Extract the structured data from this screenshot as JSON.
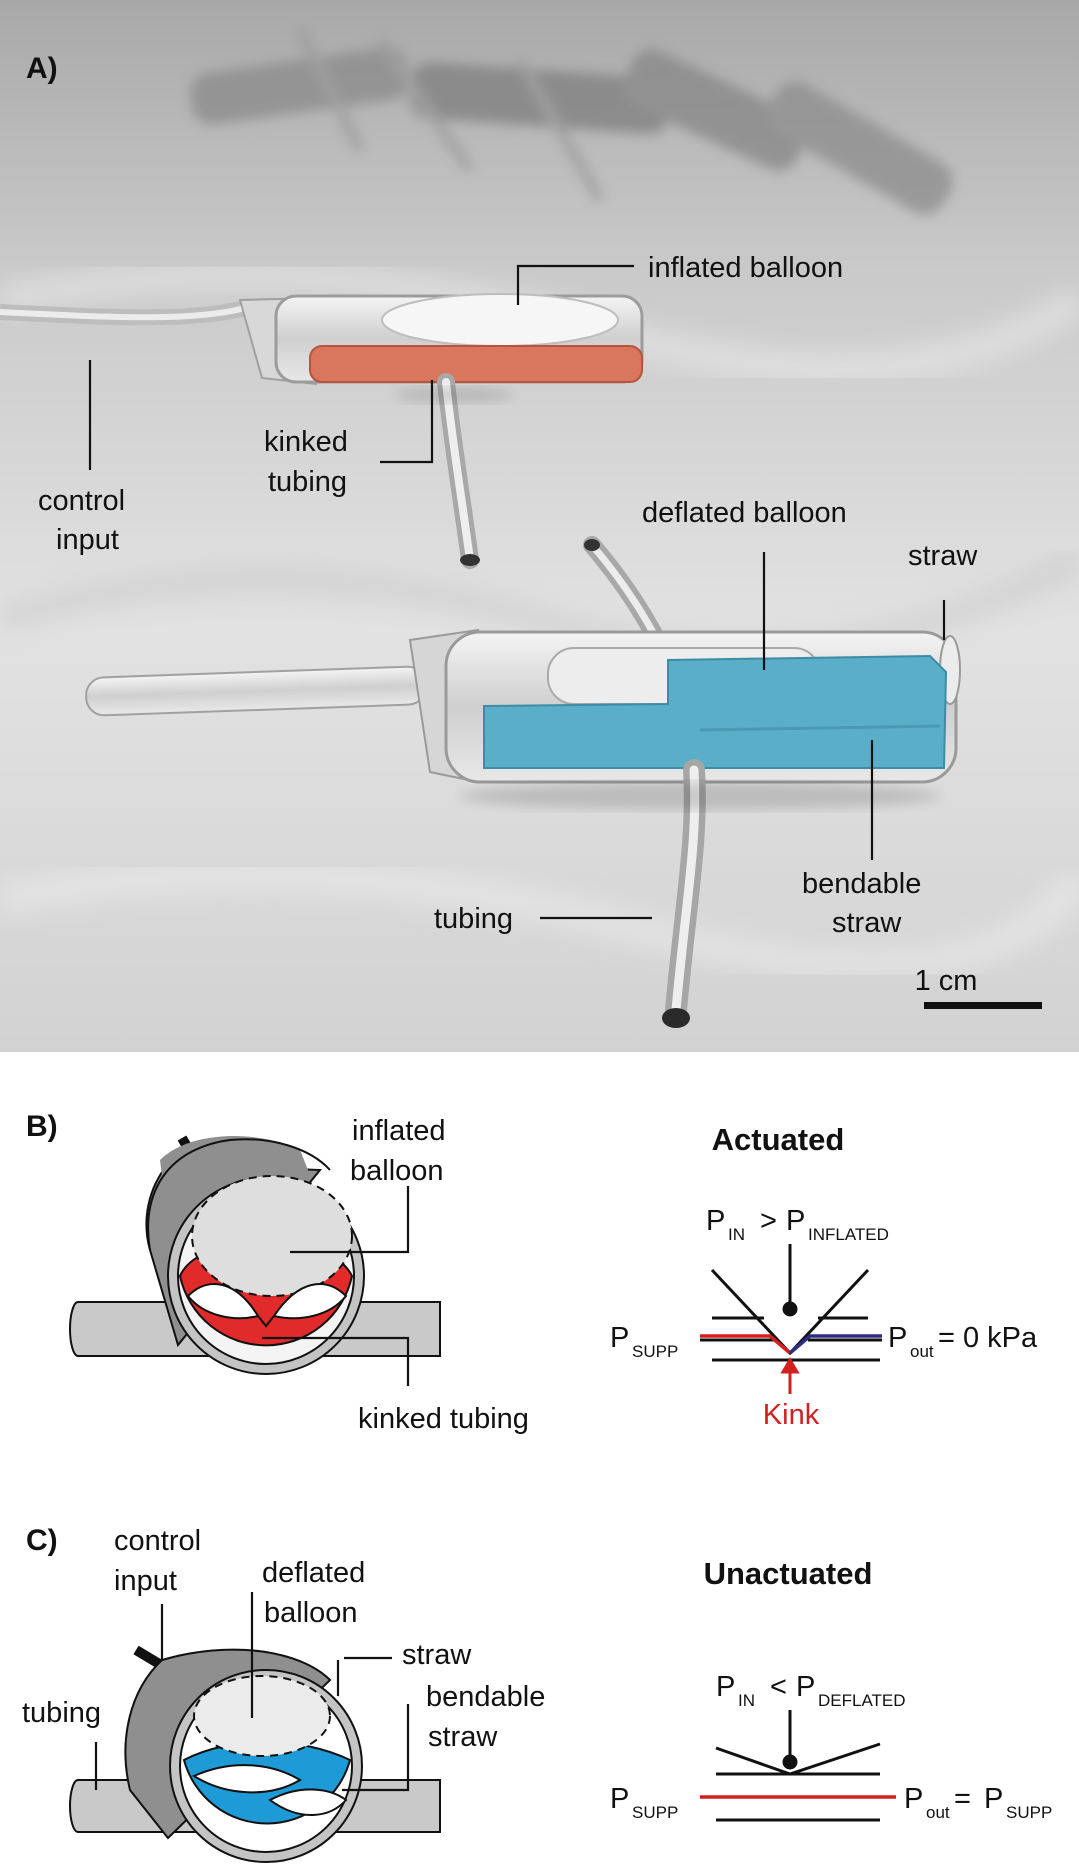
{
  "panel_a": {
    "letter": "A)",
    "labels": {
      "inflated_balloon": "inflated balloon",
      "kinked": "kinked",
      "tubing_word": "tubing",
      "control": "control",
      "input": "input",
      "deflated_balloon": "deflated balloon",
      "straw": "straw",
      "bendable": "bendable",
      "straw2": "straw",
      "tubing": "tubing",
      "scale": "1 cm"
    },
    "colors": {
      "kinked_tubing": "#d9765e",
      "bendable_straw": "#5aaec8"
    }
  },
  "panel_b": {
    "letter": "B)",
    "title": "Actuated",
    "inflated": "inflated",
    "balloon": "balloon",
    "kinked_tubing": "kinked tubing",
    "p_in": "P",
    "p_in_sub": "IN",
    "gt": ">",
    "p_inflated": "P",
    "p_inflated_sub": "INFLATED",
    "p_supp": "P",
    "p_supp_sub": "SUPP",
    "p_out": "P",
    "p_out_sub": "out",
    "p_out_val": "= 0 kPa",
    "kink": "Kink",
    "colors": {
      "fill": "#e12b2b",
      "supply": "#d41f1f",
      "out": "#2e2e80",
      "kink": "#d41f1f"
    }
  },
  "panel_c": {
    "letter": "C)",
    "title": "Unactuated",
    "control": "control",
    "input": "input",
    "deflated": "deflated",
    "balloon": "balloon",
    "straw": "straw",
    "bendable": "bendable",
    "straw2": "straw",
    "tubing": "tubing",
    "p_in": "P",
    "p_in_sub": "IN",
    "lt": "<",
    "p_deflated": "P",
    "p_deflated_sub": "DEFLATED",
    "p_supp": "P",
    "p_supp_sub": "SUPP",
    "p_out": "P",
    "p_out_sub": "out",
    "eq": "=",
    "p_supp2": "P",
    "p_supp2_sub": "SUPP",
    "colors": {
      "fill": "#1e9ad6",
      "supply": "#d41f1f"
    }
  }
}
